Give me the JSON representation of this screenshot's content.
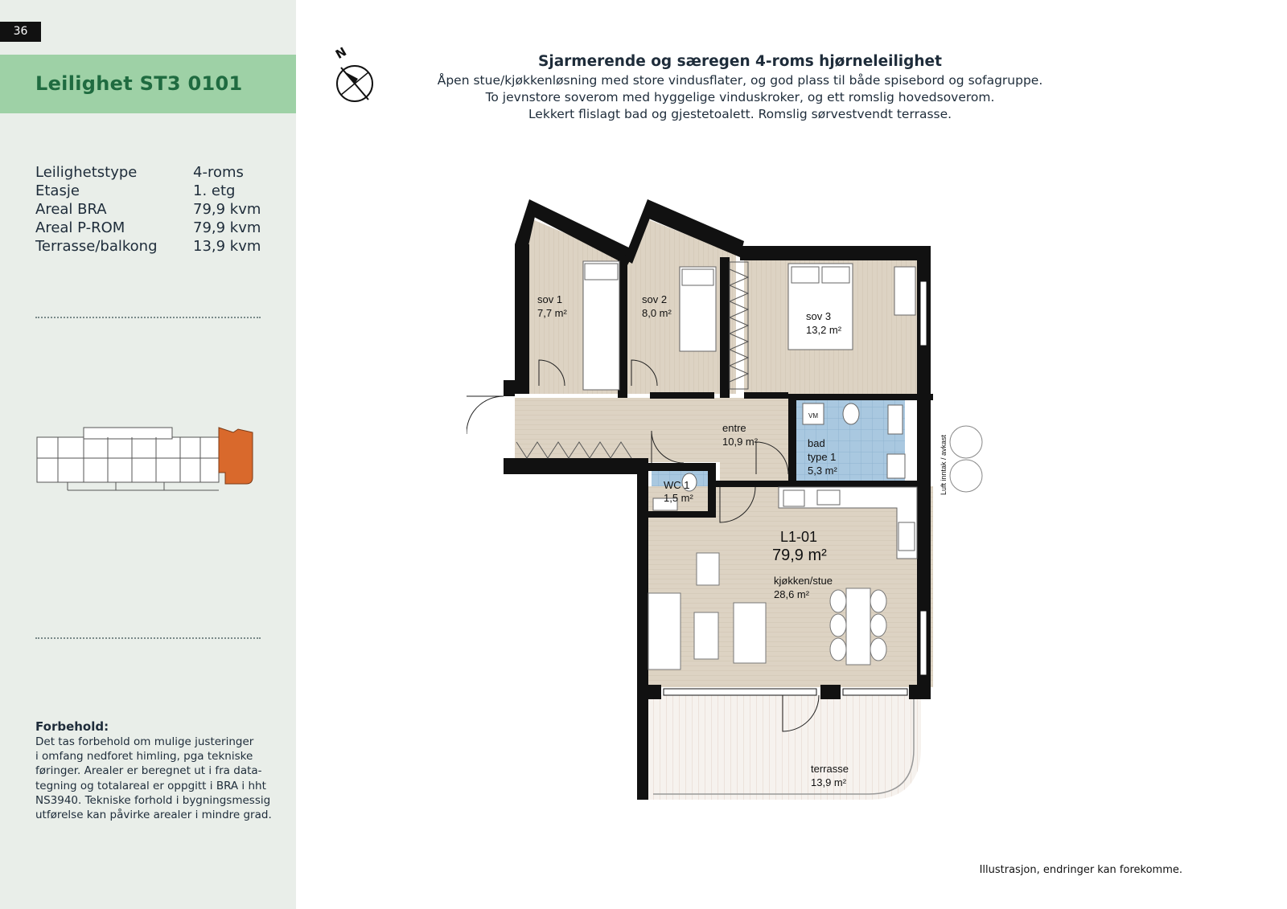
{
  "page_number": "36",
  "apartment_title": "Leilighet ST3 0101",
  "specs": [
    {
      "label": "Leilighetstype",
      "value": "4-roms"
    },
    {
      "label": "Etasje",
      "value": "1. etg"
    },
    {
      "label": "Areal BRA",
      "value": "79,9 kvm"
    },
    {
      "label": "Areal P-ROM",
      "value": "79,9 kvm"
    },
    {
      "label": "Terrasse/balkong",
      "value": "13,9 kvm"
    }
  ],
  "forbehold": {
    "title": "Forbehold:",
    "text": "Det tas forbehold om mulige justeringer\ni omfang nedforet himling, pga tekniske\nføringer. Arealer er beregnet ut i fra data-\ntegning og totalareal er oppgitt i BRA i hht\nNS3940. Tekniske forhold i bygningsmessig\nutførelse kan påvirke arealer i mindre grad."
  },
  "compass_label": "N",
  "intro": {
    "headline": "Sjarmerende og særegen 4-roms hjørneleilighet",
    "lines": [
      "Åpen stue/kjøkkenløsning med store vindusflater, og god plass til både spisebord og sofagruppe.",
      "To jevnstore soverom med hyggelige vinduskroker, og ett romslig hovedsoverom.",
      "Lekkert flislagt bad og gjestetoalett. Romslig sørvestvendt terrasse."
    ]
  },
  "floorplan": {
    "unit_id": "L1-01",
    "total_area": "79,9 m²",
    "rooms": [
      {
        "name": "sov 1",
        "area": "7,7 m²"
      },
      {
        "name": "sov 2",
        "area": "8,0 m²"
      },
      {
        "name": "sov 3",
        "area": "13,2 m²"
      },
      {
        "name": "entre",
        "area": "10,9 m²"
      },
      {
        "name": "bad",
        "subtype": "type 1",
        "area": "5,3 m²"
      },
      {
        "name": "WC 1",
        "area": "1,5 m²"
      },
      {
        "name": "kjøkken/stue",
        "area": "28,6 m²"
      },
      {
        "name": "terrasse",
        "area": "13,9 m²"
      }
    ],
    "vm_label": "VM",
    "vent_label": "Luft inntak / avkast"
  },
  "disclaimer": "Illustrasjon, endringer kan forekomme.",
  "colors": {
    "sidebar_bg": "#e9eee9",
    "title_band": "#9ed1a6",
    "title_text": "#1f6b40",
    "highlight_unit": "#d9692c",
    "floor_wood": "#ddd3c3",
    "bath_tile": "#a9c8e0"
  }
}
